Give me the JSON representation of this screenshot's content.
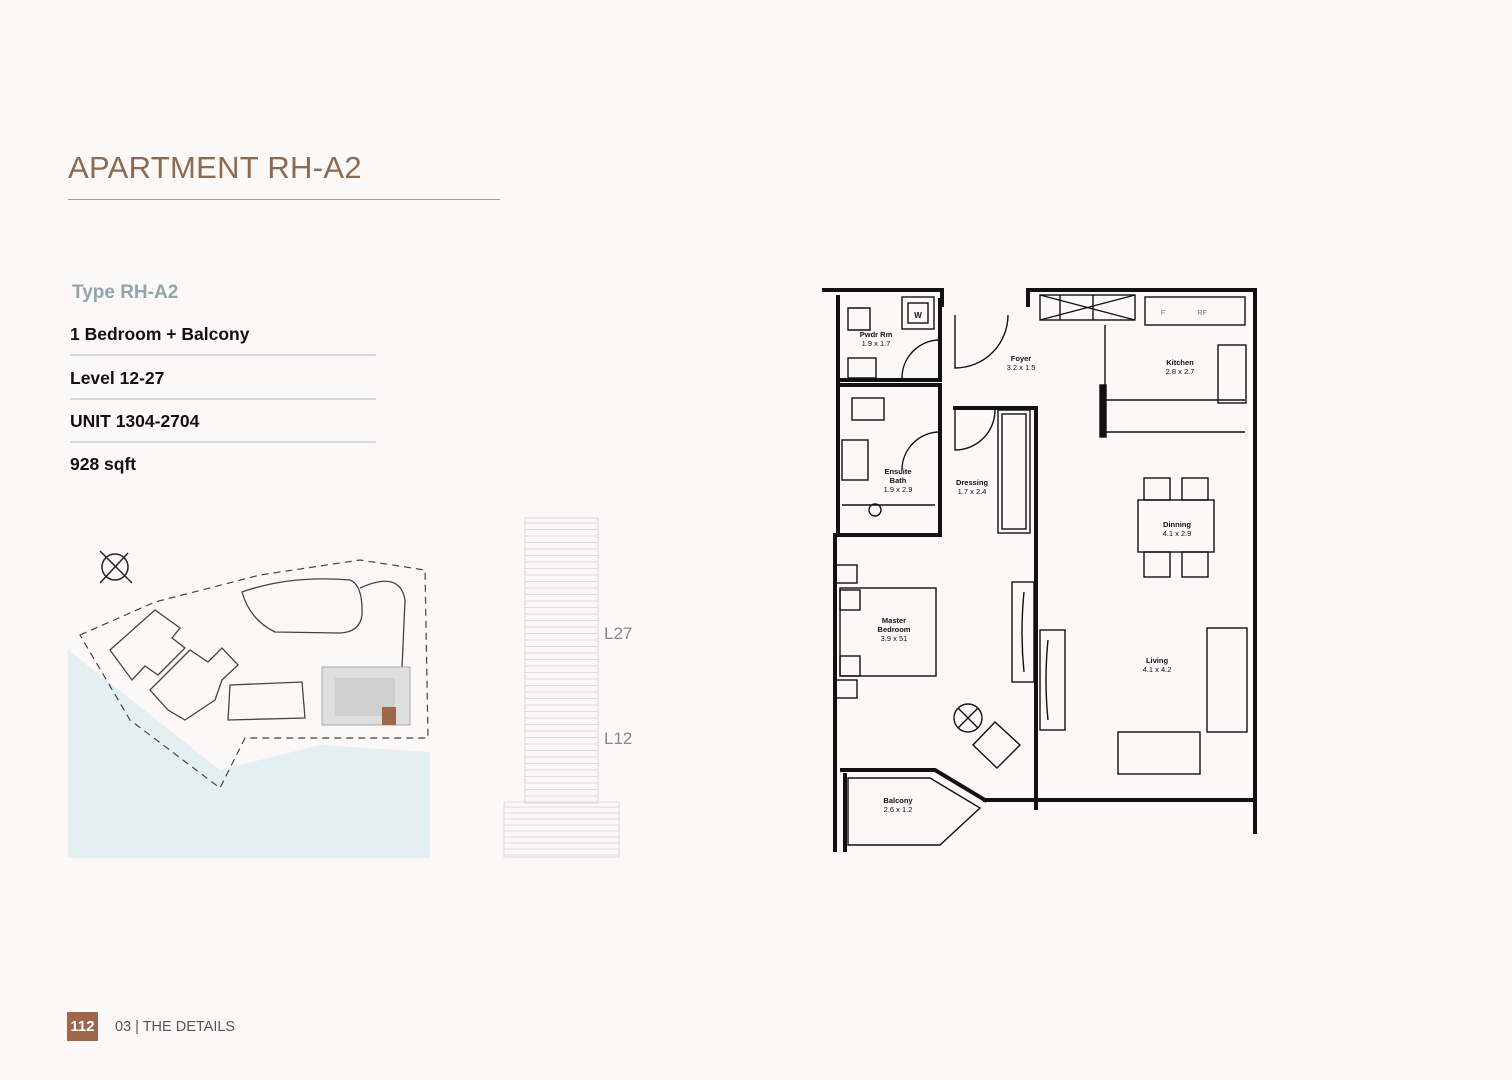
{
  "page": {
    "title": "APARTMENT RH-A2"
  },
  "spec": {
    "type": "Type RH-A2",
    "bedrooms": "1 Bedroom + Balcony",
    "level": "Level 12-27",
    "unit": "UNIT 1304-2704",
    "area": "928 sqft"
  },
  "elevation": {
    "upper": "L27",
    "lower": "L12"
  },
  "rooms": {
    "pwdr_name": "Pwdr Rm",
    "pwdr_size": "1.9 x 1.7",
    "foyer_name": "Foyer",
    "foyer_size": "3.2 x 1.5",
    "kitchen_name": "Kitchen",
    "kitchen_size": "2.8 x 2.7",
    "ensuite_name1": "Ensuite",
    "ensuite_name2": "Bath",
    "ensuite_size": "1.9 x 2.9",
    "dressing_name": "Dressing",
    "dressing_size": "1.7 x 2.4",
    "dinning_name": "Dinning",
    "dinning_size": "4.1 x 2.9",
    "master_name1": "Master",
    "master_name2": "Bedroom",
    "master_size": "3.9 x 51",
    "living_name": "Living",
    "living_size": "4.1 x 4.2",
    "balcony_name": "Balcony",
    "balcony_size": "2.6 x 1.2",
    "w_label": "W",
    "f_label": "F",
    "rf_label": "RF"
  },
  "footer": {
    "page_number": "112",
    "section": "03 | THE DETAILS"
  },
  "colors": {
    "title": "#8c6a50",
    "type": "#8fa6ad",
    "badge": "#a0664a",
    "water": "#e4eff2",
    "unit_highlight": "#a0664a"
  }
}
